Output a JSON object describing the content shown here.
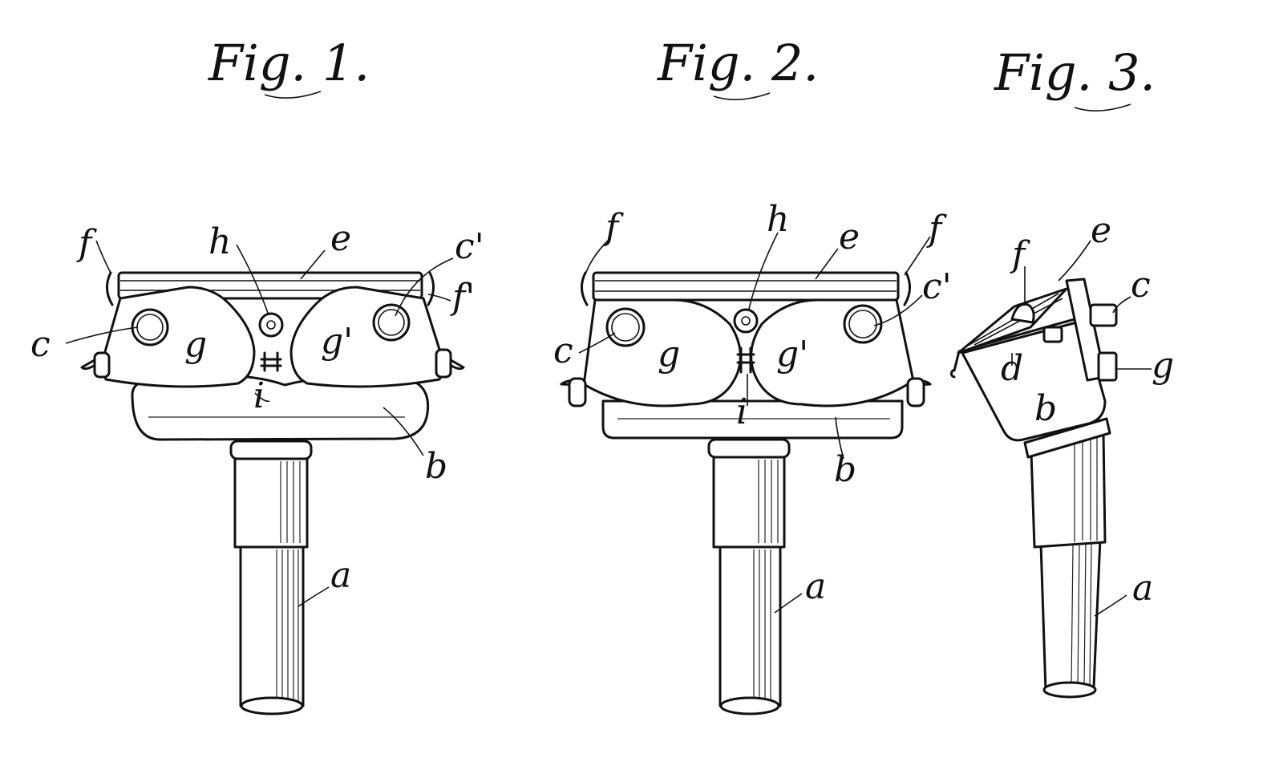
{
  "figures": [
    {
      "title": "Fig. 1.",
      "labels": {
        "f": "f",
        "h": "h",
        "e": "e",
        "c1": "c'",
        "f1": "f'",
        "c": "c",
        "g": "g",
        "g1": "g'",
        "i": "i",
        "b": "b",
        "a": "a"
      }
    },
    {
      "title": "Fig. 2.",
      "labels": {
        "f": "f",
        "h": "h",
        "e": "e",
        "f_right": "f",
        "c1": "c'",
        "c": "c",
        "g": "g",
        "g1": "g'",
        "i": "i",
        "b": "b",
        "a": "a"
      }
    },
    {
      "title": "Fig. 3.",
      "labels": {
        "e": "e",
        "f": "f",
        "c": "c",
        "d": "d",
        "b": "b",
        "g": "g",
        "a": "a"
      }
    }
  ]
}
